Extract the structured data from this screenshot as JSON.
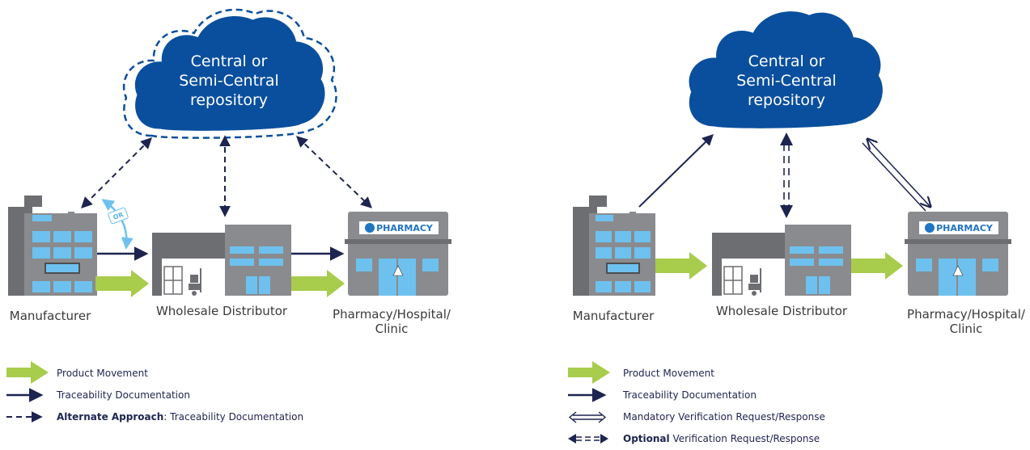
{
  "colors": {
    "cloud": "#0a4f9e",
    "navy": "#1d2450",
    "green": "#a8cc4c",
    "building_dark": "#6d6e71",
    "building_light": "#8a8b8e",
    "window": "#6ec1ee",
    "or_arrow": "#6ec1ee"
  },
  "icons": [
    "cloud-icon",
    "factory-icon",
    "warehouse-icon",
    "pharmacy-icon",
    "hand-truck-icon"
  ],
  "left_panel": {
    "cloud": {
      "line1": "Central or",
      "line2": "Semi-Central",
      "line3": "repository"
    },
    "manufacturer": "Manufacturer",
    "distributor": "Wholesale Distributor",
    "pharmacy": {
      "line1": "Pharmacy/Hospital/",
      "line2": "Clinic"
    },
    "pharmacy_sign": "PHARMACY",
    "or_badge": "OR",
    "legend": [
      {
        "strong": "",
        "text": "Product Movement"
      },
      {
        "strong": "",
        "text": "Traceability Documentation"
      },
      {
        "strong": "Alternate Approach",
        "text": ": Traceability Documentation"
      }
    ]
  },
  "right_panel": {
    "cloud": {
      "line1": "Central or",
      "line2": "Semi-Central",
      "line3": "repository"
    },
    "manufacturer": "Manufacturer",
    "distributor": "Wholesale Distributor",
    "pharmacy": {
      "line1": "Pharmacy/Hospital/",
      "line2": "Clinic"
    },
    "pharmacy_sign": "PHARMACY",
    "legend": [
      {
        "strong": "",
        "text": "Product Movement"
      },
      {
        "strong": "",
        "text": "Traceability Documentation"
      },
      {
        "strong": "",
        "text": "Mandatory Verification Request/Response"
      },
      {
        "strong": "Optional",
        "text": " Verification Request/Response"
      }
    ]
  }
}
